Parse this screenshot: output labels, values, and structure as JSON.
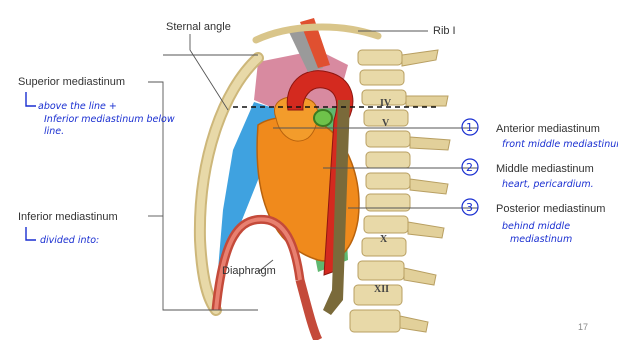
{
  "labels": {
    "sternal_angle": "Sternal angle",
    "rib_i": "Rib I",
    "superior_mediastinum": "Superior mediastinum",
    "inferior_mediastinum": "Inferior mediastinum",
    "diaphragm": "Diaphragm",
    "anterior_mediastinum": "Anterior mediastinum",
    "middle_mediastinum": "Middle mediastinum",
    "posterior_mediastinum": "Posterior mediastinum"
  },
  "vertebra_labels": {
    "iv": "IV",
    "v": "V",
    "x": "X",
    "xii": "XII"
  },
  "handwritten": {
    "superior_note_1": "above the line +",
    "superior_note_2": "Inferior mediastinum below",
    "superior_note_3": "line.",
    "inferior_note": "divided into:",
    "anterior_num": "1",
    "anterior_note": "front middle mediastinum",
    "middle_num": "2",
    "middle_note": "heart, pericardium.",
    "posterior_num": "3",
    "posterior_note_1": "behind middle",
    "posterior_note_2": "mediastinum"
  },
  "page_number": "17",
  "colors": {
    "bone": "#e8d9a8",
    "heart": "#f08a1c",
    "aorta": "#d42a1f",
    "esophagus": "#7a6a3a",
    "superior_region": "#d88aa0",
    "anterior_region": "#3fa2e0",
    "posterior_region": "#5fb870",
    "ink": "#1a2fd1"
  }
}
